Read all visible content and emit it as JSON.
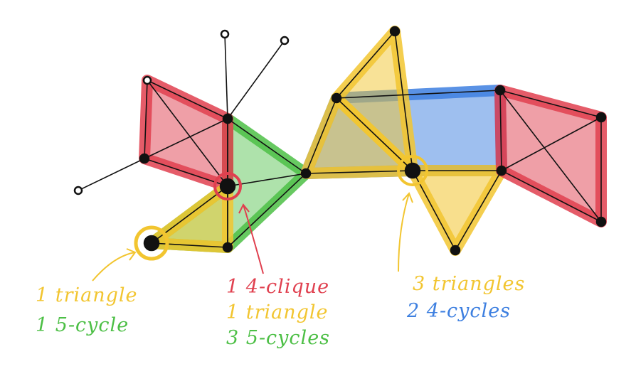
{
  "colors": {
    "red": "#e0404f",
    "yellow": "#f2c530",
    "green": "#4cbf45",
    "blue": "#3d7fe0",
    "edge": "#111111"
  },
  "annotations": {
    "left": [
      "1  triangle",
      "1  5-cycle"
    ],
    "middle": [
      "1  4-clique",
      "1  triangle",
      "3  5-cycles"
    ],
    "right": [
      "3  triangles",
      "2  4-cycles"
    ]
  }
}
